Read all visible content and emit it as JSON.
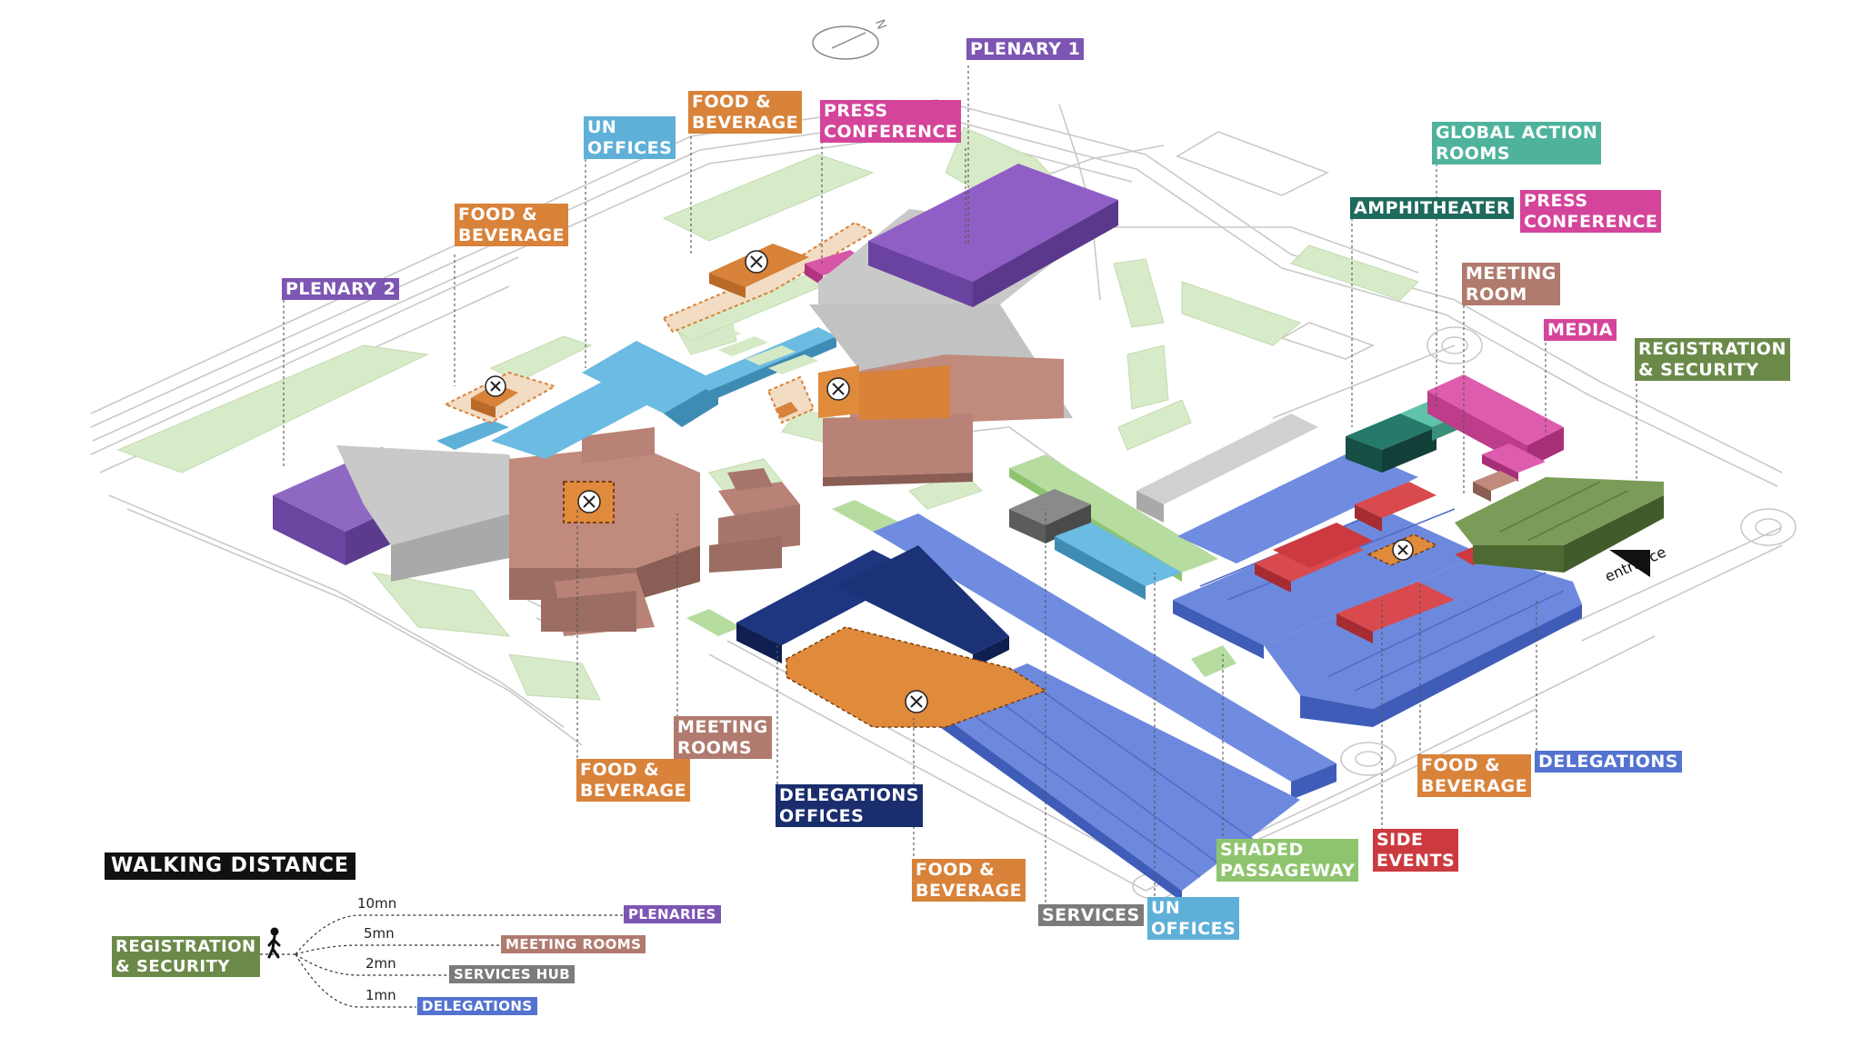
{
  "colors": {
    "plenary": "#7d55b3",
    "meeting": "#b07a6e",
    "food": "#d8823a",
    "un_offices": "#5fb0d8",
    "press": "#d4449a",
    "global_action": "#4fb39c",
    "amphitheater": "#1e6a5c",
    "registration": "#6b8a49",
    "delegations": "#5472cf",
    "delegations_offices": "#1a2e6e",
    "side_events": "#cc3a3f",
    "shaded_passageway": "#8ec46e",
    "services": "#7b7b7b",
    "roads": "#c8c8c8",
    "greenery": "#d6e9c6"
  },
  "compass": {
    "letter": "N"
  },
  "labels": {
    "plenary1": "PLENARY 1",
    "plenary2": "PLENARY 2",
    "food_top_1": "FOOD &",
    "food_top_2": "BEVERAGE",
    "food_left_1": "FOOD &",
    "food_left_2": "BEVERAGE",
    "un_offices_top_1": "UN",
    "un_offices_top_2": "OFFICES",
    "press_top_1": "PRESS",
    "press_top_2": "CONFERENCE",
    "global_action_1": "GLOBAL ACTION",
    "global_action_2": "ROOMS",
    "amphitheater": "AMPHITHEATER",
    "press_right_1": "PRESS",
    "press_right_2": "CONFERENCE",
    "meeting_room_1": "MEETING",
    "meeting_room_2": "ROOM",
    "media": "MEDIA",
    "registration_1": "REGISTRATION",
    "registration_2": "& SECURITY",
    "meeting_rooms_1": "MEETING",
    "meeting_rooms_2": "ROOMS",
    "food_mid_1": "FOOD &",
    "food_mid_2": "BEVERAGE",
    "deleg_offices_1": "DELEGATIONS",
    "deleg_offices_2": "OFFICES",
    "food_bottom_1": "FOOD &",
    "food_bottom_2": "BEVERAGE",
    "services": "SERVICES",
    "un_offices_bottom_1": "UN",
    "un_offices_bottom_2": "OFFICES",
    "shaded_1": "SHADED",
    "shaded_2": "PASSAGEWAY",
    "food_right_1": "FOOD &",
    "food_right_2": "BEVERAGE",
    "side_events_1": "SIDE",
    "side_events_2": "EVENTS",
    "delegations": "DELEGATIONS",
    "entrance": "entrance"
  },
  "legend": {
    "title": "WALKING DISTANCE",
    "origin_1": "REGISTRATION",
    "origin_2": "& SECURITY",
    "routes": [
      {
        "time": "10mn",
        "destination": "PLENARIES"
      },
      {
        "time": "5mn",
        "destination": "MEETING ROOMS"
      },
      {
        "time": "2mn",
        "destination": "SERVICES HUB"
      },
      {
        "time": "1mn",
        "destination": "DELEGATIONS"
      }
    ]
  }
}
